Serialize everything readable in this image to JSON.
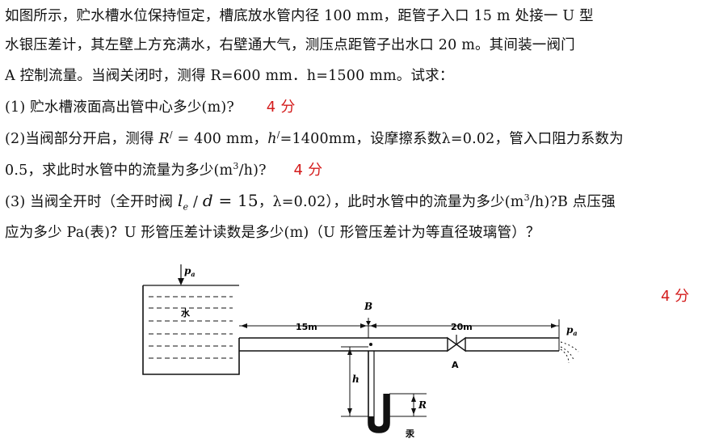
{
  "problem": {
    "line1": "如图所示，贮水槽水位保持恒定，槽底放水管内径 100 mm，距管子入口 15 m 处接一 U 型",
    "line2": "水银压差计，其左壁上方充满水，右壁通大气，测压点距管子出水口 20 m。其间装一阀门",
    "line3": "A 控制流量。当阀关闭时，测得 R=600 mm．h=1500 mm。试求：",
    "q1": "(1) 贮水槽液面高出管中心多少(m)?",
    "q2_a": "(2)当阀部分开启，测得 ",
    "q2_R": "R",
    "q2_prime1": "/",
    "q2_b": " = 400 mm，",
    "q2_h": "h",
    "q2_prime2": "/",
    "q2_c": "=1400mm，设摩擦系数λ=0.02，管入口阻力系数为",
    "q2_line2_a": "0.5，求此时水管中的流量为多少(m",
    "q2_sup": "3",
    "q2_line2_b": "/h)?",
    "q3_a": "(3) 当阀全开时（全开时阀 ",
    "q3_l": "l",
    "q3_e": "e",
    "q3_div": " / ",
    "q3_d": "d",
    "q3_eq": " = 15",
    "q3_b": "，λ=0.02），此时水管中的流量为多少(m",
    "q3_sup": "3",
    "q3_c": "/h)?B 点压强",
    "q3_line2": "应为多少 Pa(表)？U 形管压差计读数是多少(m)（U 形管压差计为等直径玻璃管）？"
  },
  "scores": {
    "q1": "4 分",
    "q2": "4 分",
    "q3": "4 分"
  },
  "figure": {
    "pa_top": "p",
    "pa_sub": "a",
    "water": "水",
    "dist_15": "15m",
    "dist_20": "20m",
    "point_b": "B",
    "valve_a": "A",
    "pa_out": "p",
    "pa_out_sub": "a",
    "h_label": "h",
    "r_label": "R",
    "mercury": "汞"
  }
}
